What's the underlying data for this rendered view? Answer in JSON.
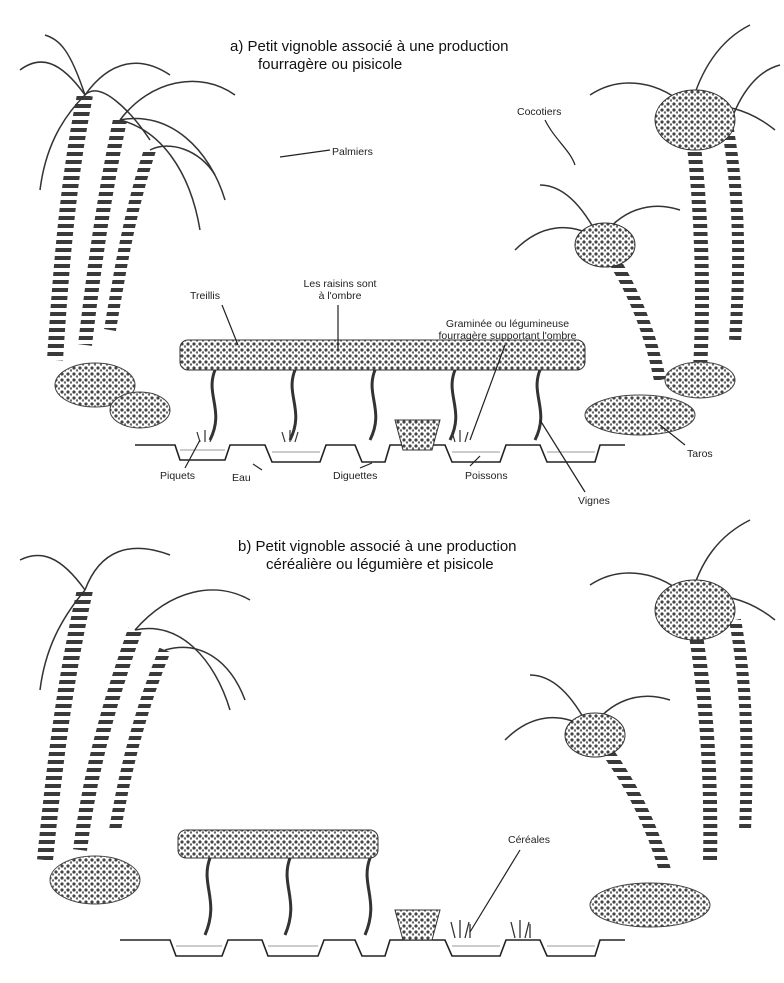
{
  "panels": [
    {
      "title_line1": "a)  Petit vignoble associé à une production",
      "title_line2": "fourragère ou pisicole",
      "labels": {
        "palmiers": "Palmiers",
        "cocotiers": "Cocotiers",
        "treillis": "Treillis",
        "raisins_line1": "Les raisins sont",
        "raisins_line2": "à l'ombre",
        "graminee_line1": "Graminée ou légumineuse",
        "graminee_line2": "fourragère supportant l'ombre",
        "piquets": "Piquets",
        "eau": "Eau",
        "diguettes": "Diguettes",
        "poissons": "Poissons",
        "vignes": "Vignes",
        "taros": "Taros"
      }
    },
    {
      "title_line1": "b)  Petit vignoble associé à une production",
      "title_line2": "céréalière ou légumière et pisicole",
      "labels": {
        "cereales": "Céréales"
      }
    }
  ],
  "colors": {
    "ink": "#222222",
    "foliage": "#555555",
    "water": "#9a9a9a"
  }
}
